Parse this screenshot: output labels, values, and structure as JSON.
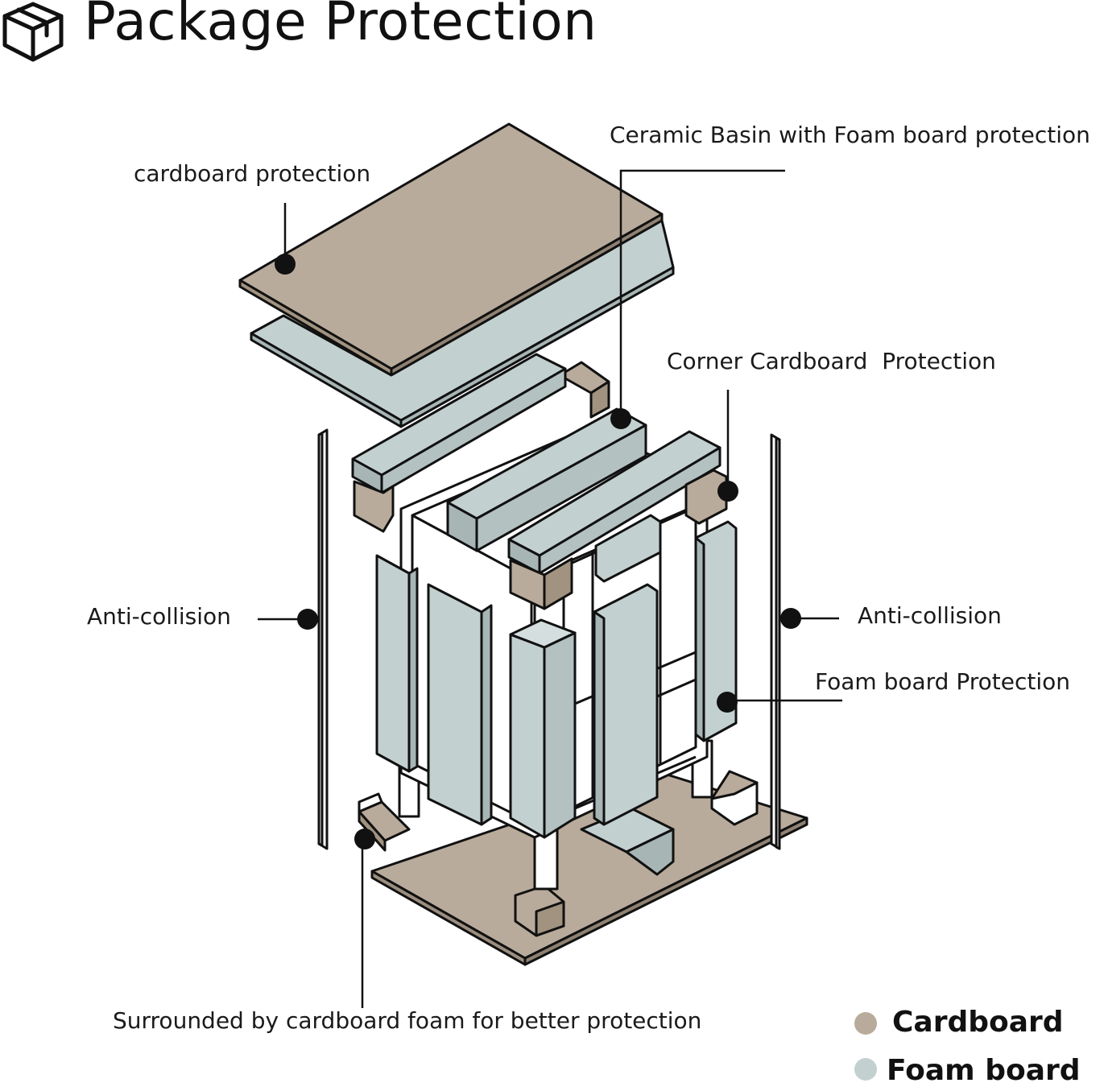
{
  "title": "Package Protection",
  "title_icon": "package-box-icon",
  "labels": {
    "cardboard_protection": "cardboard protection",
    "ceramic_basin": "Ceramic Basin with Foam board protection",
    "corner_cardboard": "Corner Cardboard  Protection",
    "anti_collision_left": "Anti-collision",
    "anti_collision_right": "Anti-collision",
    "foam_board_protection": "Foam board Protection",
    "surrounded": "Surrounded by cardboard foam for better protection"
  },
  "legend": [
    {
      "label": "Cardboard",
      "color": "#b9ab9b"
    },
    {
      "label": "Foam board",
      "color": "#c3d0d0"
    }
  ],
  "colors": {
    "cardboard": "#b9ab9b",
    "foam": "#c3d0d0",
    "outline": "#111111"
  }
}
